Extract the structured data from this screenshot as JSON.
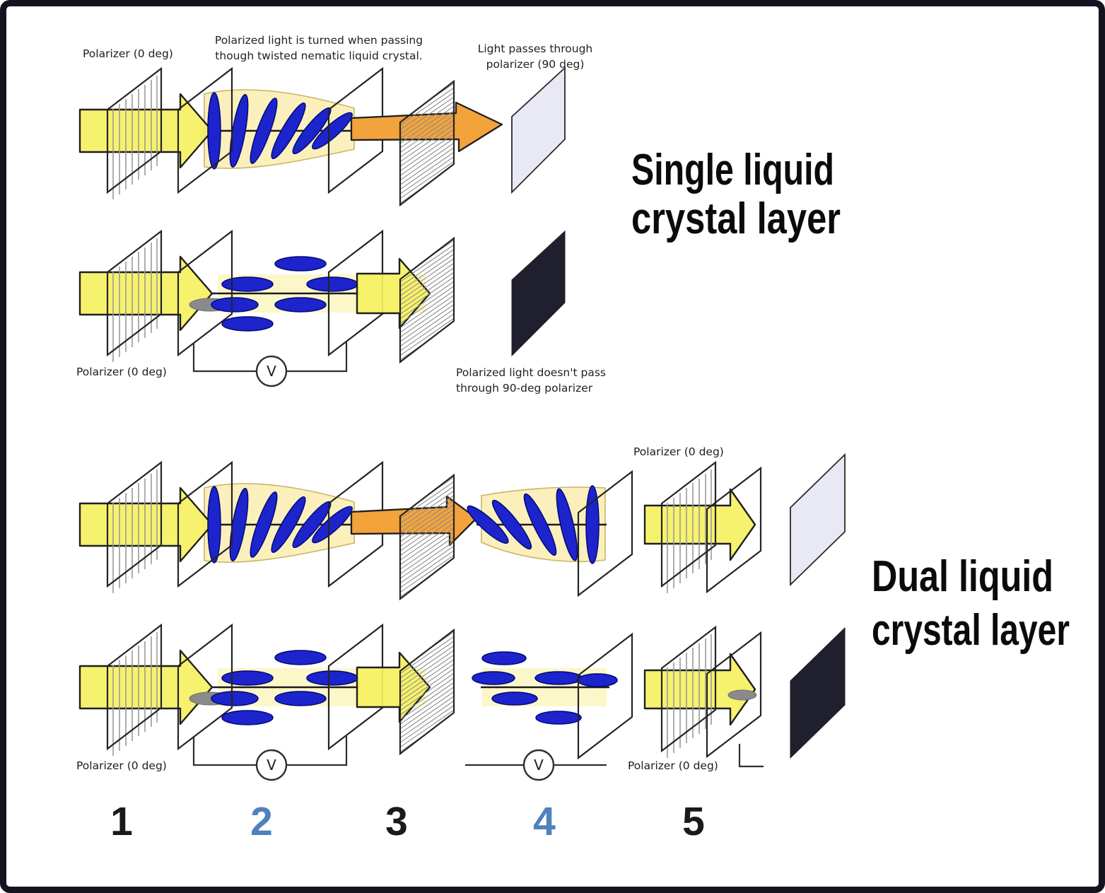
{
  "figure": {
    "description": "LCD polarizer diagram comparing single and dual liquid crystal layers"
  },
  "titles": {
    "single_line1": "Single liquid",
    "single_line2": "crystal layer",
    "dual_line1": "Dual liquid",
    "dual_line2": "crystal layer"
  },
  "labels": {
    "polarizer_0deg": "Polarizer (0 deg)",
    "twist_caption_line1": "Polarized light is turned when passing",
    "twist_caption_line2": "though twisted nematic liquid crystal.",
    "pass_caption_line1": "Light passes through",
    "pass_caption_line2": "polarizer (90 deg)",
    "block_caption_line1": "Polarized light doesn't pass",
    "block_caption_line2": "through 90-deg polarizer",
    "voltage_symbol": "V"
  },
  "stage_numbers": [
    {
      "value": "1",
      "color": "#1a1a1a"
    },
    {
      "value": "2",
      "color": "#4f81bd"
    },
    {
      "value": "3",
      "color": "#1a1a1a"
    },
    {
      "value": "4",
      "color": "#4f81bd"
    },
    {
      "value": "5",
      "color": "#1a1a1a"
    }
  ],
  "colors": {
    "border_navy": "#14141f",
    "arrow_yellow": "#f6f162",
    "arrow_orange": "#f3a33c",
    "outline": "#1f1f1f",
    "lc_blue": "#1d24cb",
    "lc_blue_stroke": "#000a7a",
    "cream": "#fbf0bc",
    "cream_stroke": "#c9b464",
    "band": "#fcf7c9",
    "lavender": "#e9e9f5",
    "dark_panel": "#1f1f2d",
    "hatch_gray": "#9a9a9a",
    "number_blue": "#4f81bd"
  }
}
